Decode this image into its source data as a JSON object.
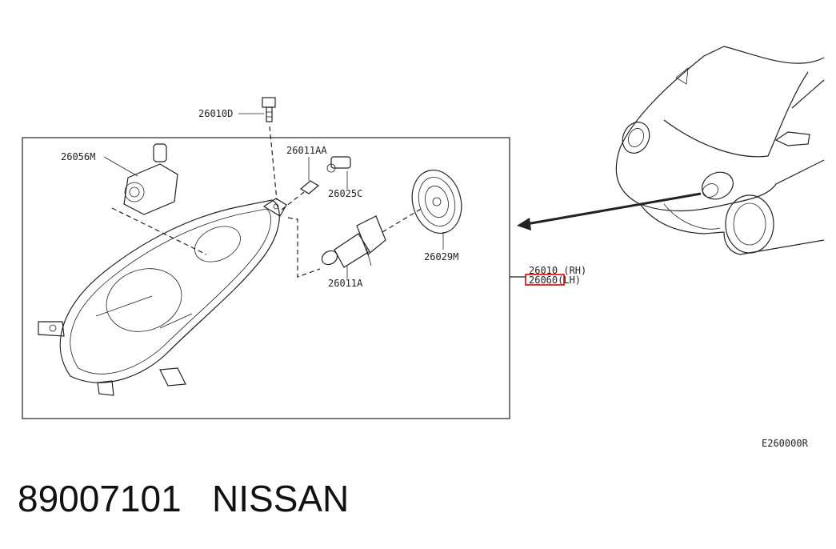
{
  "parts": {
    "bolt": "26010D",
    "motor": "26056M",
    "socket": "26011AA",
    "side_bulb": "26025C",
    "main_bulb": "26011A",
    "cap": "26029M",
    "assembly_rh": "26010 (RH)",
    "assembly_lh": "26060(LH)"
  },
  "diagram_code": "E260000R",
  "part_number": "89007101",
  "brand": "NISSAN",
  "highlight_color": "#e00000"
}
